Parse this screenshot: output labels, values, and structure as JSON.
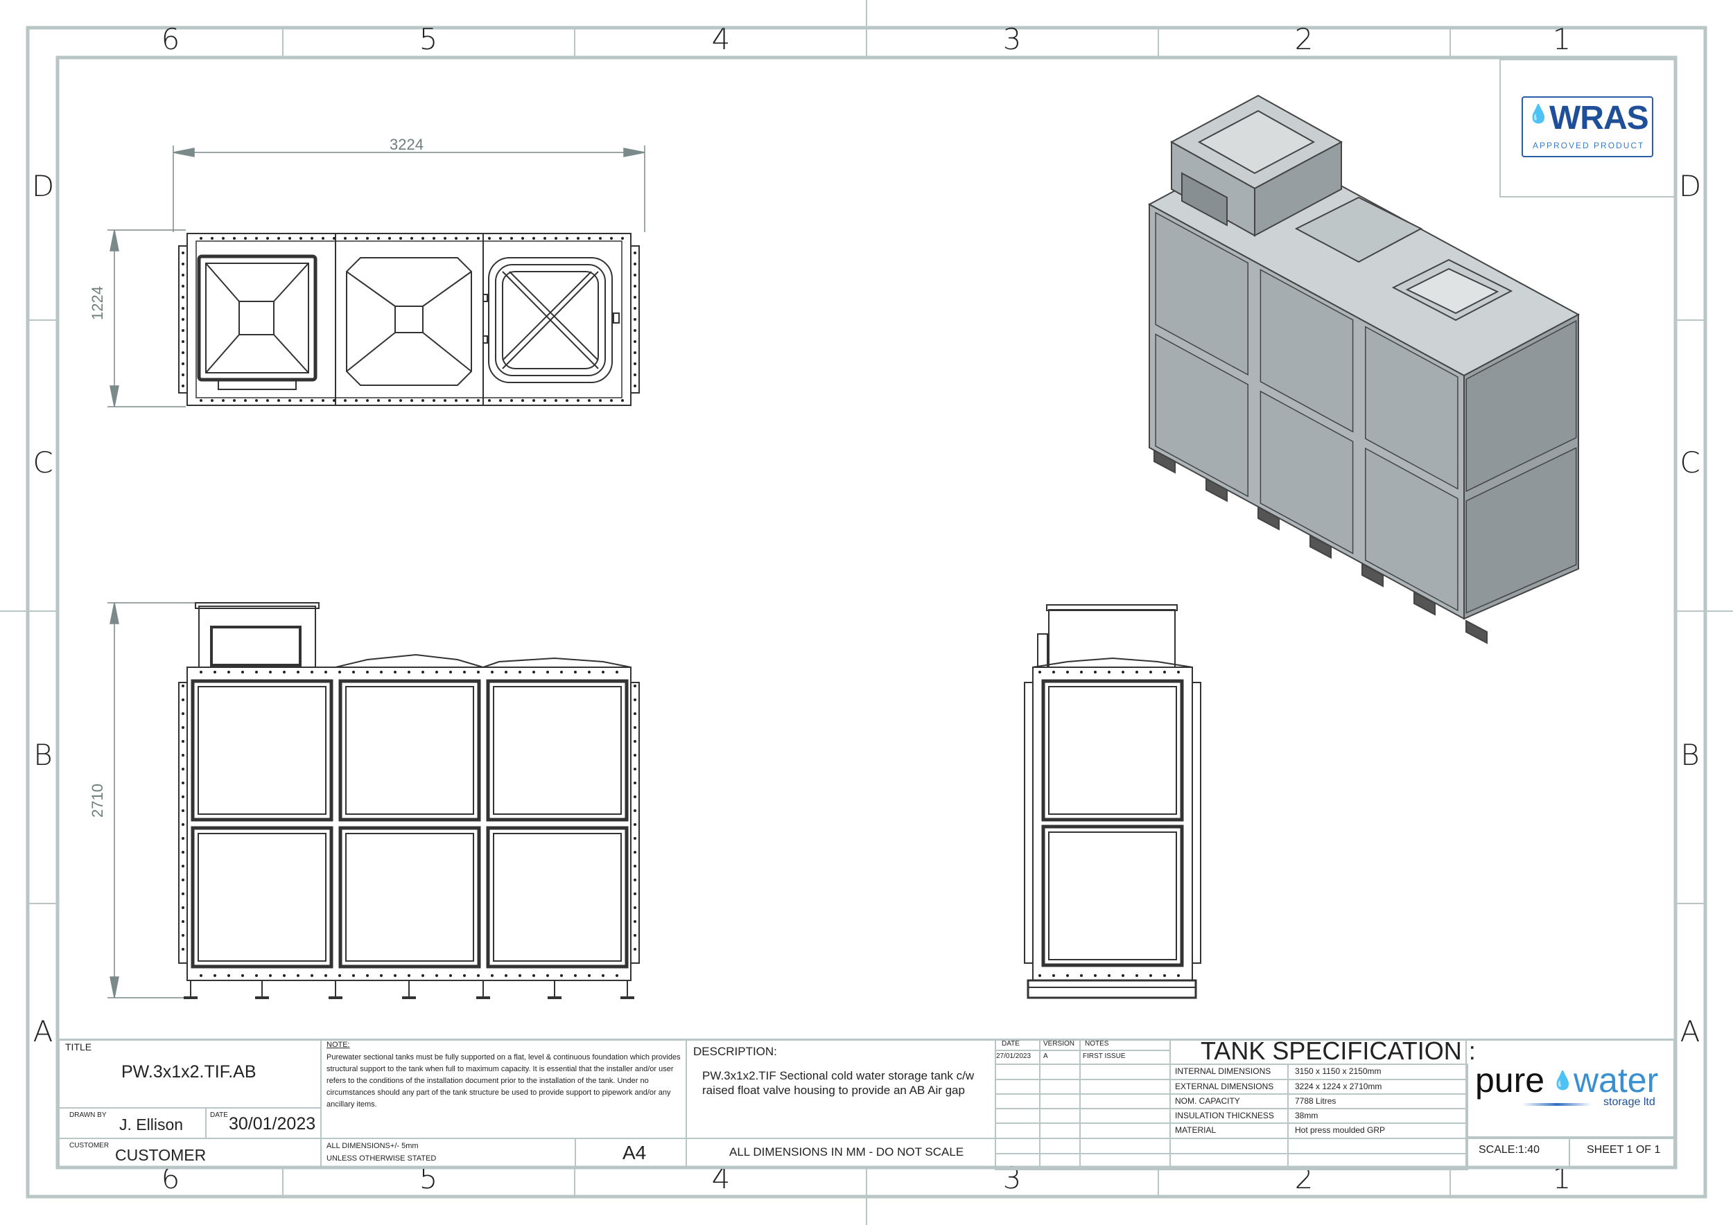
{
  "border": {
    "columns": [
      "6",
      "5",
      "4",
      "3",
      "2",
      "1"
    ],
    "rows": [
      "D",
      "C",
      "B",
      "A"
    ],
    "color": "#b9c6c6"
  },
  "views": {
    "top": {
      "dimension_width": "3224",
      "dimension_depth": "1224"
    },
    "front": {
      "dimension_height": "2710"
    }
  },
  "logos": {
    "wras": {
      "main": "WRAS",
      "sub": "APPROVED PRODUCT"
    },
    "purewater": {
      "main_left": "pure",
      "main_right": "water",
      "sub": "storage ltd"
    }
  },
  "title_block": {
    "title_label": "TITLE",
    "title": "PW.3x1x2.TIF.AB",
    "drawn_by_label": "DRAWN BY",
    "drawn_by": "J. Ellison",
    "date_label": "DATE",
    "date": "30/01/2023",
    "customer_label": "CUSTOMER",
    "customer": "CUSTOMER",
    "note_label": "NOTE:",
    "note": "Purewater sectional tanks must be fully supported on a flat, level & continuous foundation which provides structural support to the tank when full to maximum capacity. It is essential that the installer and/or user refers to the conditions of the installation document prior to the installation of the tank. Under no circumstances should any part of the tank structure be used to provide support to pipework and/or any ancillary items.",
    "tolerance_line1": "ALL DIMENSIONS+/- 5mm",
    "tolerance_line2": "UNLESS OTHERWISE STATED",
    "paper_size": "A4",
    "description_label": "DESCRIPTION:",
    "description": "PW.3x1x2.TIF Sectional cold water storage tank c/w raised float valve housing to provide an AB Air gap",
    "units_note": "ALL DIMENSIONS IN MM - DO NOT SCALE",
    "revisions": {
      "headers": [
        "DATE",
        "VERSION",
        "NOTES"
      ],
      "rows": [
        {
          "date": "27/01/2023",
          "version": "A",
          "notes": "FIRST ISSUE"
        }
      ]
    },
    "spec_title": "TANK SPECIFICATION :",
    "spec": [
      {
        "label": "INTERNAL DIMENSIONS",
        "value": "3150 x 1150 x 2150mm"
      },
      {
        "label": "EXTERNAL DIMENSIONS",
        "value": "3224 x 1224 x 2710mm"
      },
      {
        "label": "NOM. CAPACITY",
        "value": "7788 Litres"
      },
      {
        "label": "INSULATION THICKNESS",
        "value": "38mm"
      },
      {
        "label": "MATERIAL",
        "value": "Hot press moulded GRP"
      }
    ],
    "scale": "SCALE:1:40",
    "sheet": "SHEET 1 OF 1"
  }
}
